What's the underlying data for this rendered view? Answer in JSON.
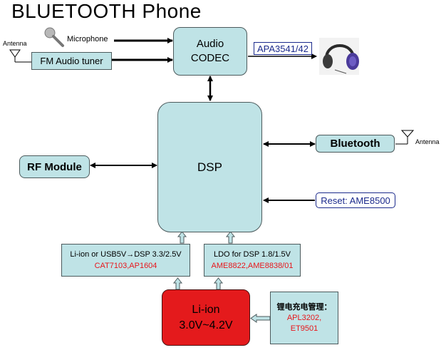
{
  "title": "BLUETOOTH  Phone",
  "labels": {
    "antenna_left": "Antenna",
    "microphone": "Microphone",
    "antenna_right": "Antenna"
  },
  "blocks": {
    "fm_tuner": "FM Audio tuner",
    "codec_line1": "Audio",
    "codec_line2": "CODEC",
    "amp": "APA3541/42",
    "dsp": "DSP",
    "rf": "RF Module",
    "bluetooth": "Bluetooth",
    "reset": "Reset: AME8500",
    "pwr_left_line1": "Li-ion or USB5V→DSP 3.3/2.5V",
    "pwr_left_line2": "CAT7103,AP1604",
    "pwr_right_line1": "LDO for DSP 1.8/1.5V",
    "pwr_right_line2": "AME8822,AME8838/01",
    "liion_line1": "Li-ion",
    "liion_line2": "3.0V~4.2V",
    "charger_line1": "锂电充电管理：",
    "charger_line2": "APL3202,",
    "charger_line3": "ET9501"
  },
  "colors": {
    "block_fill": "#bfe3e6",
    "battery_fill": "#e41a1c",
    "part_red": "#e8161b",
    "link_blue": "#1b2a8c"
  }
}
